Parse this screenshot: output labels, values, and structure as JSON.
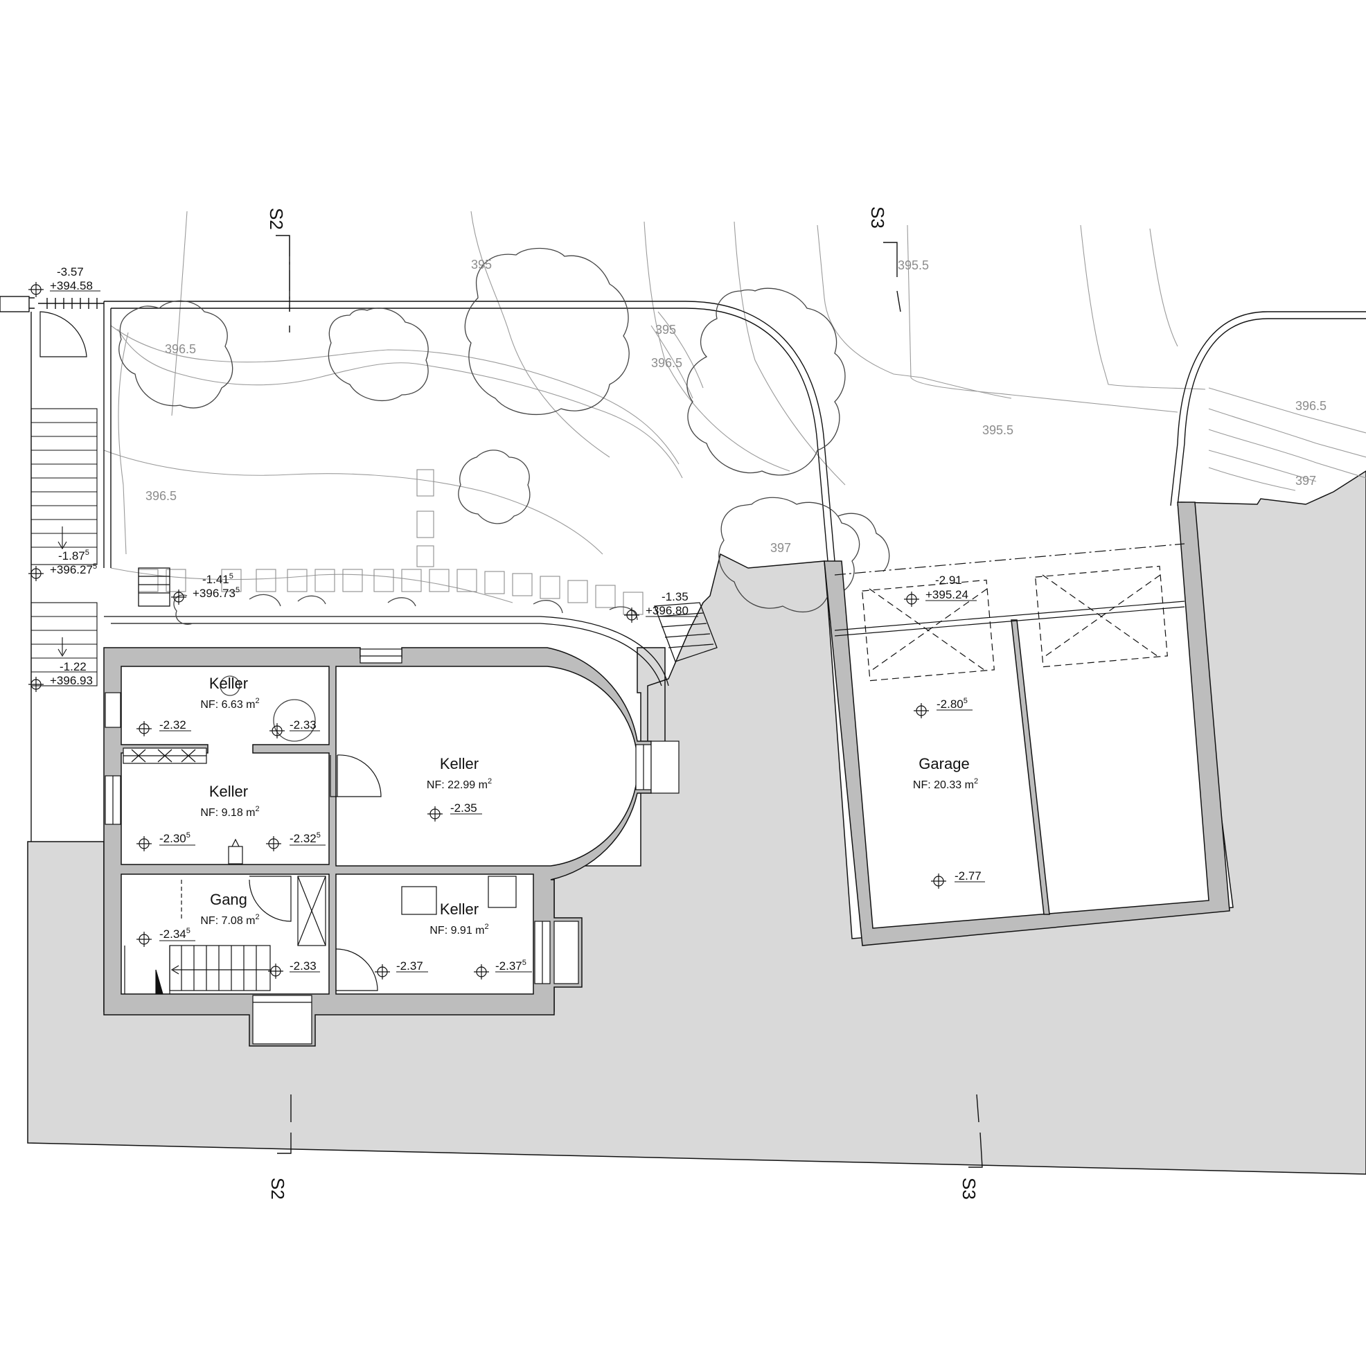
{
  "sections": {
    "s2_top": "S2",
    "s3_top": "S3",
    "s2_bottom": "S2",
    "s3_bottom": "S3"
  },
  "contours": {
    "c1": "396.5",
    "c2": "395",
    "c3": "395",
    "c4": "396.5",
    "c5": "396.5",
    "c6": "397",
    "c7": "395.5",
    "c8": "395.5",
    "c9": "396.5",
    "c10": "397"
  },
  "levels": {
    "entry": {
      "rel": "-3.57",
      "abs": "+394.58"
    },
    "stair_top": {
      "rel": "-1.87",
      "rel_sup": "5",
      "abs": "+396.27",
      "abs_sup": "5"
    },
    "terrace": {
      "rel": "-1.41",
      "rel_sup": "5",
      "abs": "+396.73",
      "abs_sup": "5"
    },
    "path": {
      "rel": "-1.35",
      "abs": "+396.80"
    },
    "side": {
      "rel": "-1.22",
      "abs": "+396.93"
    },
    "driveway": {
      "rel": "-2.91",
      "abs": "+395.24"
    }
  },
  "rooms": {
    "keller1": {
      "name": "Keller",
      "nf": "NF: 6.63 m",
      "sup": "2",
      "lvl_a": "-2.32",
      "lvl_b": "-2.33"
    },
    "keller2": {
      "name": "Keller",
      "nf": "NF: 9.18 m",
      "sup": "2",
      "lvl_a": "-2.30",
      "lvl_a_sup": "5",
      "lvl_b": "-2.32",
      "lvl_b_sup": "5"
    },
    "keller3": {
      "name": "Keller",
      "nf": "NF: 22.99 m",
      "sup": "2",
      "lvl": "-2.35"
    },
    "gang": {
      "name": "Gang",
      "nf": "NF: 7.08 m",
      "sup": "2",
      "lvl_a": "-2.34",
      "lvl_a_sup": "5",
      "lvl_b": "-2.33"
    },
    "keller4": {
      "name": "Keller",
      "nf": "NF: 9.91 m",
      "sup": "2",
      "lvl_a": "-2.37",
      "lvl_b": "-2.37",
      "lvl_b_sup": "5"
    },
    "garage": {
      "name": "Garage",
      "nf": "NF: 20.33 m",
      "sup": "2",
      "lvl_a": "-2.80",
      "lvl_a_sup": "5",
      "lvl_b": "-2.77"
    }
  },
  "colors": {
    "ground_fill": "#d9d9d9",
    "wall_fill": "#bdbdbd",
    "line": "#111111",
    "contour_line": "#9a9a9a"
  }
}
